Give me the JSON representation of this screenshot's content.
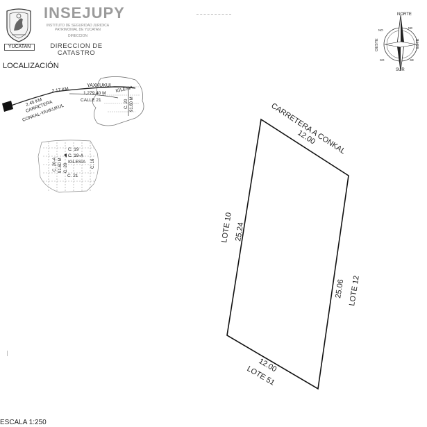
{
  "header": {
    "org_name": "INSEJUPY",
    "org_subtitle_lines": [
      "INSTITUTO DE SEGURIDAD JURIDICA",
      "PATRIMONIAL DE YUCATAN",
      "DIRECCION"
    ],
    "department_lines": [
      "DIRECCION DE",
      "CATASTRO"
    ],
    "crest_label": "YUCATAN"
  },
  "compass": {
    "north": "NORTE",
    "south": "SUR",
    "east": "ESTE",
    "west": "OESTE",
    "ne": "NE",
    "nw": "NO",
    "se": "SE",
    "sw": "SO"
  },
  "location_map": {
    "title": "LOCALIZACIÓN",
    "labels": {
      "dist1": "2.45 KM",
      "dist2": "2.17 KM",
      "road_line1": "CARRETERA",
      "road_line2": "CONKAL-YAXKUKUL",
      "town": "YAXKUKUL",
      "church_top": "IGLESIA",
      "dist3": "1,279.40 M",
      "street21": "CALLE 21",
      "street20_top": "C. 20",
      "dist4": "91.60 M",
      "c19": "C. 19",
      "c19a": "C. 19-A",
      "church_inset": "IGLESIA",
      "c20a": "C. 20-A",
      "dist5": "91.60 M",
      "c20": "C. 20",
      "c16": "C. 16",
      "c21": "C. 21"
    }
  },
  "plot": {
    "top_label": "CARRETERA A CONKAL",
    "top_len": "12.00",
    "left_label": "LOTE 10",
    "left_len": "25.24",
    "right_label": "LOTE 12",
    "right_len": "25.06",
    "bottom_len": "12.00",
    "bottom_label": "LOTE 51"
  },
  "scale": "ESCALA 1:250"
}
